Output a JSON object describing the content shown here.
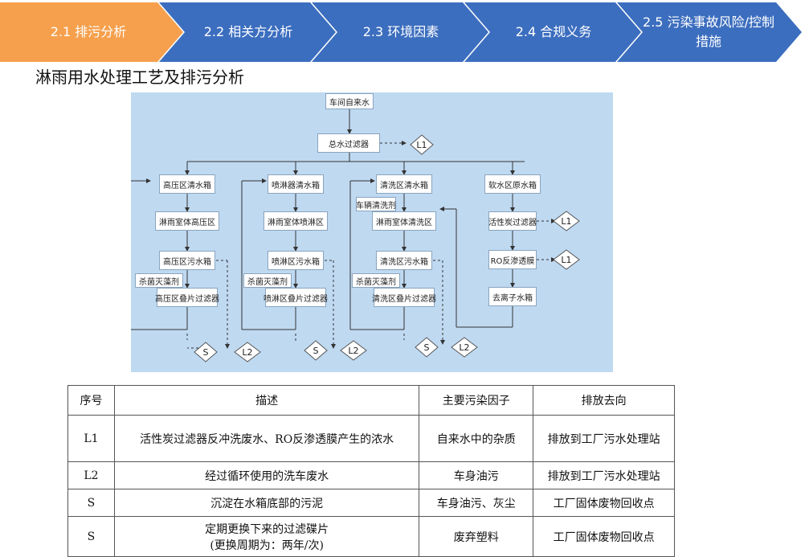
{
  "tabs": [
    {
      "label": "2.1 排污分析",
      "active": true
    },
    {
      "label": "2.2 相关方分析",
      "active": false
    },
    {
      "label": "2.3 环境因素",
      "active": false
    },
    {
      "label": "2.4 合规义务",
      "active": false
    },
    {
      "label": "2.5 污染事故风险/控制措施",
      "active": false
    }
  ],
  "colors": {
    "active_tab": "#f6a04d",
    "tab": "#3c6ebf",
    "diagram_bg": "#bfd9f1"
  },
  "page_title": "淋雨用水处理工艺及排污分析",
  "diagram": {
    "source": "车间自来水",
    "main_filter": "总水过滤器",
    "columns": [
      {
        "tank": "高压区清水箱",
        "zone": "淋雨室体高压区",
        "waste": "高压区污水箱",
        "additive": "杀菌灭藻剂",
        "filter": "高压区叠片过滤器"
      },
      {
        "tank": "喷淋器清水箱",
        "zone": "淋雨室体喷淋区",
        "waste": "喷淋区污水箱",
        "additive": "杀菌灭藻剂",
        "filter": "喷淋区叠片过滤器"
      },
      {
        "tank": "清洗区清水箱",
        "extra": "车辆清洗剂",
        "zone": "淋雨室体清洗区",
        "waste": "清洗区污水箱",
        "additive": "杀菌灭藻剂",
        "filter": "清洗区叠片过滤器"
      },
      {
        "tank": "软水区原水箱",
        "step1": "活性炭过滤器",
        "step2": "RO反渗透膜",
        "step3": "去离子水箱"
      }
    ],
    "tags": {
      "L1": "L1",
      "L2": "L2",
      "S": "S"
    }
  },
  "table": {
    "headers": [
      "序号",
      "描述",
      "主要污染因子",
      "排放去向"
    ],
    "rows": [
      {
        "id": "L1",
        "desc1": "活性炭过滤器反冲洗废水、RO反渗透膜产生的浓水",
        "desc2": "",
        "factor": "自来水中的杂质",
        "dest": "排放到工厂污水处理站"
      },
      {
        "id": "L2",
        "desc1": "经过循环使用的洗车废水",
        "desc2": "",
        "factor": "车身油污",
        "dest": "排放到工厂污水处理站"
      },
      {
        "id": "S",
        "desc1": "沉淀在水箱底部的污泥",
        "desc2": "",
        "factor": "车身油污、灰尘",
        "dest": "工厂固体废物回收点"
      },
      {
        "id": "S",
        "desc1": "定期更换下来的过滤碟片",
        "desc2": "(更换周期为：两年/次)",
        "factor": "废弃塑料",
        "dest": "工厂固体废物回收点"
      }
    ]
  }
}
